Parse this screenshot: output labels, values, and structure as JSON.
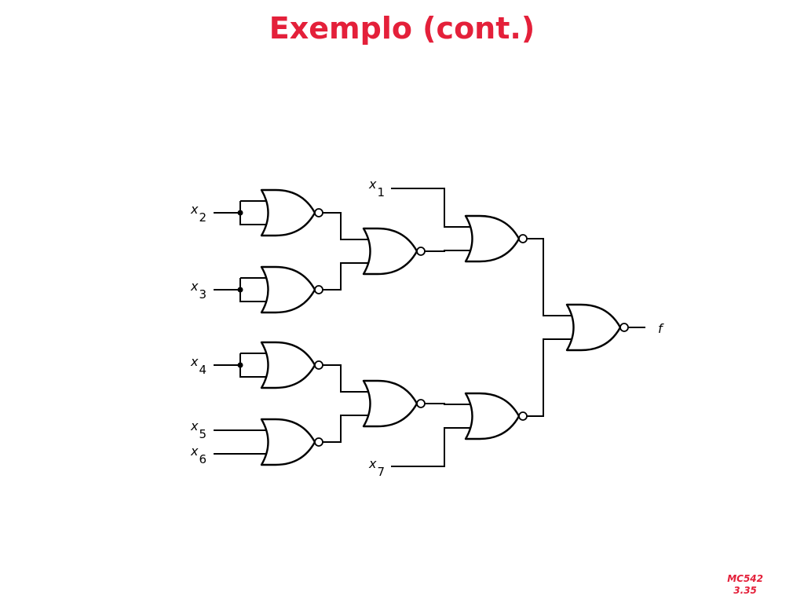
{
  "title": "Exemplo (cont.)",
  "footer": {
    "course": "MC542",
    "page": "3.35"
  },
  "diagram": {
    "colors": {
      "title": "#e4203a",
      "line": "#000000"
    },
    "inputs": [
      {
        "id": "x1",
        "var": "x",
        "sub": "1"
      },
      {
        "id": "x2",
        "var": "x",
        "sub": "2"
      },
      {
        "id": "x3",
        "var": "x",
        "sub": "3"
      },
      {
        "id": "x4",
        "var": "x",
        "sub": "4"
      },
      {
        "id": "x5",
        "var": "x",
        "sub": "5"
      },
      {
        "id": "x6",
        "var": "x",
        "sub": "6"
      },
      {
        "id": "x7",
        "var": "x",
        "sub": "7"
      }
    ],
    "output": {
      "id": "f",
      "label": "f"
    },
    "gates": [
      {
        "id": "g1",
        "type": "NOR",
        "inputs": [
          "x2",
          "x2"
        ]
      },
      {
        "id": "g2",
        "type": "NOR",
        "inputs": [
          "x3",
          "x3"
        ]
      },
      {
        "id": "g3",
        "type": "NOR",
        "inputs": [
          "x4",
          "x4"
        ]
      },
      {
        "id": "g4",
        "type": "NOR",
        "inputs": [
          "x5",
          "x6"
        ]
      },
      {
        "id": "g5",
        "type": "NOR",
        "inputs": [
          "g1",
          "g2"
        ]
      },
      {
        "id": "g6",
        "type": "NOR",
        "inputs": [
          "g3",
          "g4"
        ]
      },
      {
        "id": "g7",
        "type": "NOR",
        "inputs": [
          "x1",
          "g5"
        ]
      },
      {
        "id": "g8",
        "type": "NOR",
        "inputs": [
          "g6",
          "x7"
        ]
      },
      {
        "id": "g9",
        "type": "NOR",
        "inputs": [
          "g7",
          "g8"
        ]
      }
    ]
  }
}
